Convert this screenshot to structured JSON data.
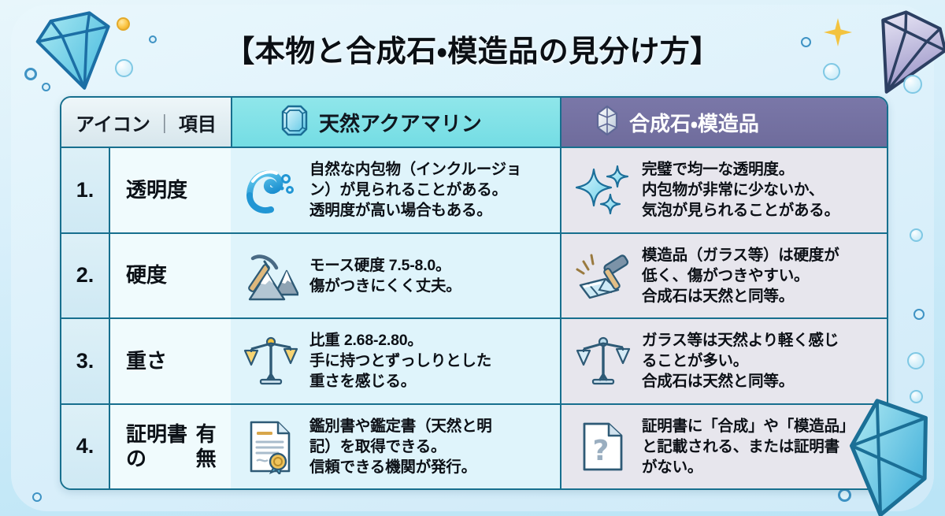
{
  "title": "【本物と合成石・模造品の見分け方】",
  "table": {
    "header": {
      "col1_icon_word": "アイコン",
      "col1_separator": "｜",
      "col1_item_word": "項目",
      "col2_label": "天然アクアマリン",
      "col2_icon": "emerald-gem-icon",
      "col3_label": "合成石・模造品",
      "col3_icon": "synthetic-gem-icon"
    },
    "rows": [
      {
        "number": "1.",
        "label": "透明度",
        "natural": {
          "icon": "wave-icon",
          "lines": [
            "自然な内包物（インクルージョ",
            "ン）が見られることがある。",
            "透明度が高い場合もある。"
          ]
        },
        "synthetic": {
          "icon": "sparkles-icon",
          "lines": [
            "完璧で均一な透明度。",
            "内包物が非常に少ないか、",
            "気泡が見られることがある。"
          ]
        }
      },
      {
        "number": "2.",
        "label": "硬度",
        "natural": {
          "icon": "pickaxe-mountain-icon",
          "lines": [
            "モース硬度 7.5-8.0。",
            "傷がつきにくく丈夫。"
          ]
        },
        "synthetic": {
          "icon": "hammer-broken-glass-icon",
          "lines": [
            "模造品（ガラス等）は硬度が",
            "低く、傷がつきやすい。",
            "合成石は天然と同等。"
          ]
        }
      },
      {
        "number": "3.",
        "label": "重さ",
        "natural": {
          "icon": "balance-scale-gold-icon",
          "lines": [
            "比重 2.68-2.80。",
            "手に持つとずっしりとした",
            "重さを感じる。"
          ]
        },
        "synthetic": {
          "icon": "balance-scale-blue-icon",
          "lines": [
            "ガラス等は天然より軽く感じ",
            "ることが多い。",
            "合成石は天然と同等。"
          ]
        }
      },
      {
        "number": "4.",
        "label": "証明書の\n有無",
        "natural": {
          "icon": "certificate-seal-icon",
          "lines": [
            "鑑別書や鑑定書（天然と明",
            "記）を取得できる。",
            "信頼できる機関が発行。"
          ]
        },
        "synthetic": {
          "icon": "unknown-document-icon",
          "lines": [
            "証明書に「合成」や「模造品」",
            "と記載される、または証明書",
            "がない。"
          ]
        }
      }
    ]
  },
  "decorations": {
    "gem_top_left": "cyan-diamond-icon",
    "gem_top_right": "purple-diamond-icon",
    "gem_bottom_right": "cyan-diamond-large-icon",
    "star_top_right": "four-point-star-icon",
    "gold_dot_top_left": "gold-dot",
    "bubbles": "bubble-decorations"
  },
  "colors": {
    "background": "#cfeaf8",
    "border": "#176f8e",
    "header_natural": "#74dde4",
    "header_synthetic": "#6f6c9c",
    "cell_natural": "#dff4fb",
    "cell_synthetic": "#e7e6ed",
    "cell_label": "#f0fbfd",
    "cell_number": "#d7ecf6",
    "text": "#0b1016",
    "gold": "#f3c33f"
  }
}
